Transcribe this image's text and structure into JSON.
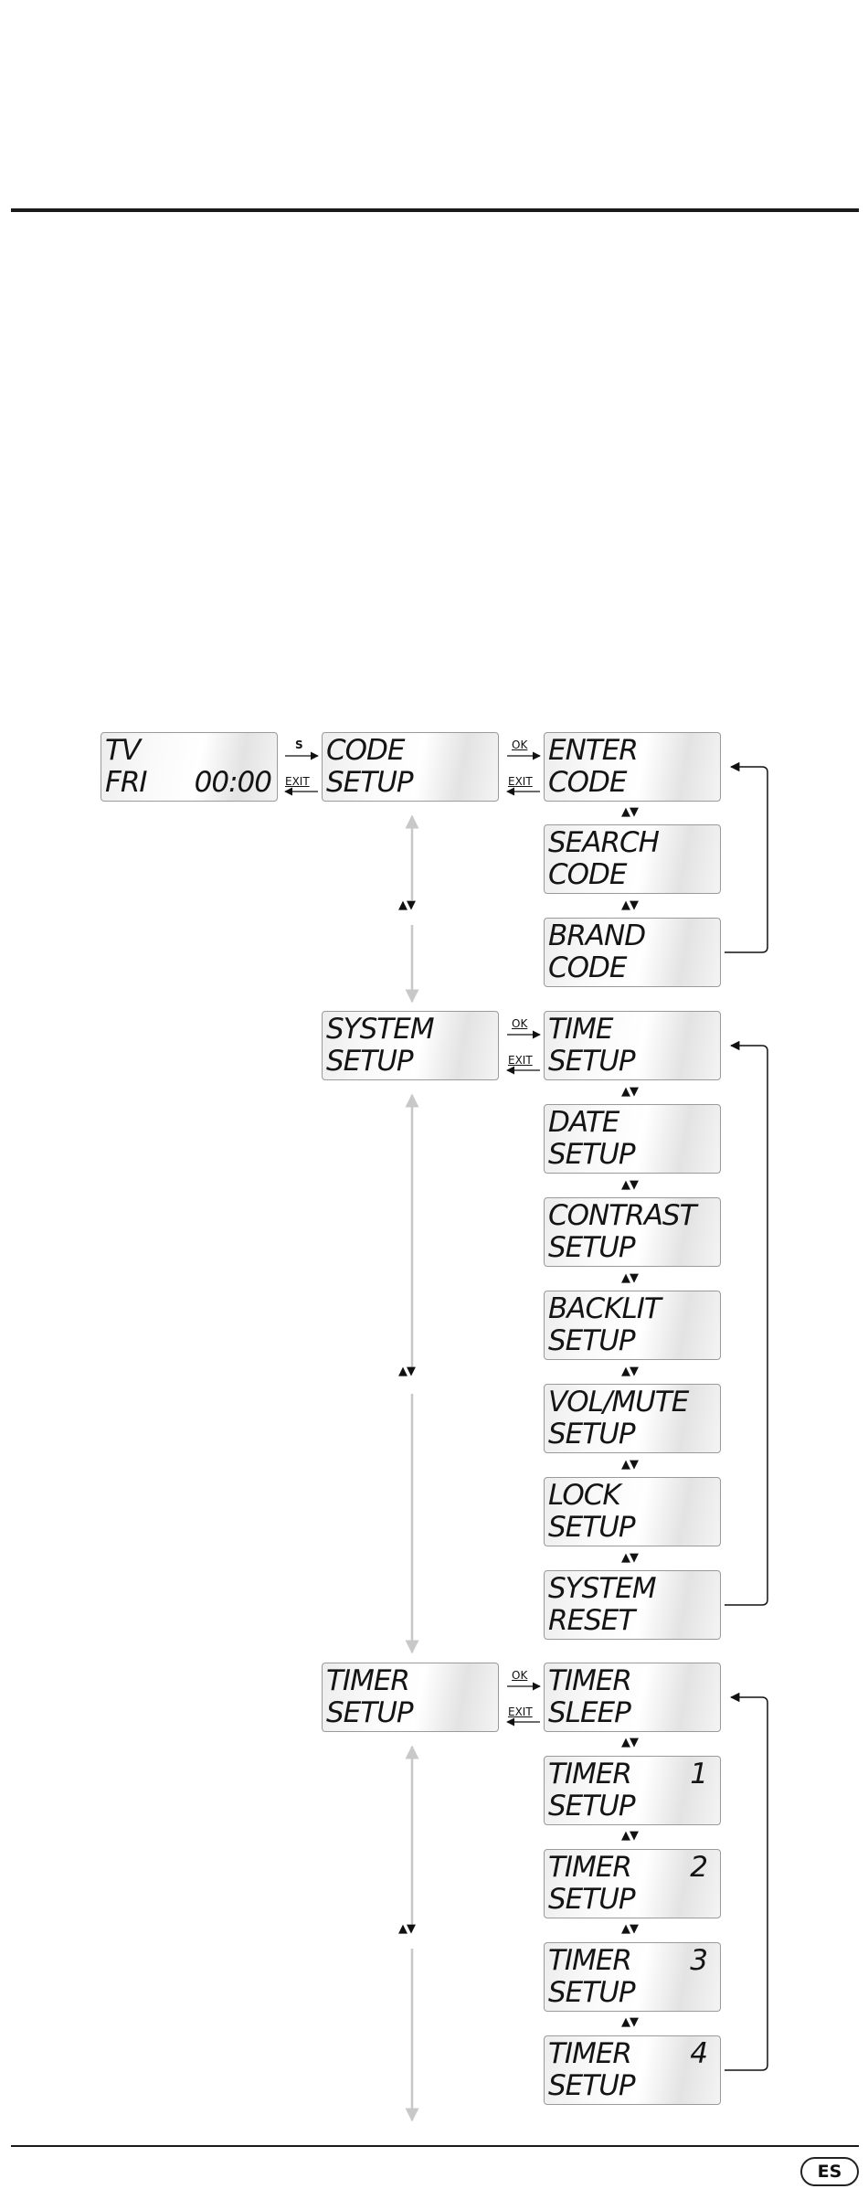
{
  "header": {
    "rule": true
  },
  "main_display": {
    "line1": "TV",
    "line2_left": "FRI",
    "line2_right": "00:00"
  },
  "code_setup": {
    "display": {
      "line1": "CODE",
      "line2": "SETUP"
    },
    "submenu": [
      {
        "line1": "ENTER",
        "line2": "CODE"
      },
      {
        "line1": "SEARCH",
        "line2": "CODE"
      },
      {
        "line1": "BRAND",
        "line2": "CODE"
      }
    ]
  },
  "system_setup": {
    "display": {
      "line1": "SYSTEM",
      "line2": "SETUP"
    },
    "submenu": [
      {
        "line1": "TIME",
        "line2": "SETUP"
      },
      {
        "line1": "DATE",
        "line2": "SETUP"
      },
      {
        "line1": "CONTRAST",
        "line2": "SETUP"
      },
      {
        "line1": "BACKLIT",
        "line2": "SETUP"
      },
      {
        "line1": "VOL/MUTE",
        "line2": "SETUP"
      },
      {
        "line1": "LOCK",
        "line2": "SETUP"
      },
      {
        "line1": "SYSTEM",
        "line2": "RESET"
      }
    ]
  },
  "timer_setup": {
    "display": {
      "line1": "TIMER",
      "line2": "SETUP"
    },
    "submenu": [
      {
        "line1": "TIMER",
        "line1_right": "",
        "line2": "SLEEP"
      },
      {
        "line1": "TIMER",
        "line1_right": "1",
        "line2": "SETUP"
      },
      {
        "line1": "TIMER",
        "line1_right": "2",
        "line2": "SETUP"
      },
      {
        "line1": "TIMER",
        "line1_right": "3",
        "line2": "SETUP"
      },
      {
        "line1": "TIMER",
        "line1_right": "4",
        "line2": "SETUP"
      }
    ]
  },
  "arrows": {
    "s": "S",
    "ok": "OK",
    "exit": "EXIT",
    "updown": "▲▼"
  },
  "footer": {
    "language": "ES"
  },
  "colors": {
    "rule": "#1a1a1a",
    "lcd_border": "#9a9a9a",
    "gray_arrow": "#c8c8c8",
    "ink": "#111111"
  }
}
